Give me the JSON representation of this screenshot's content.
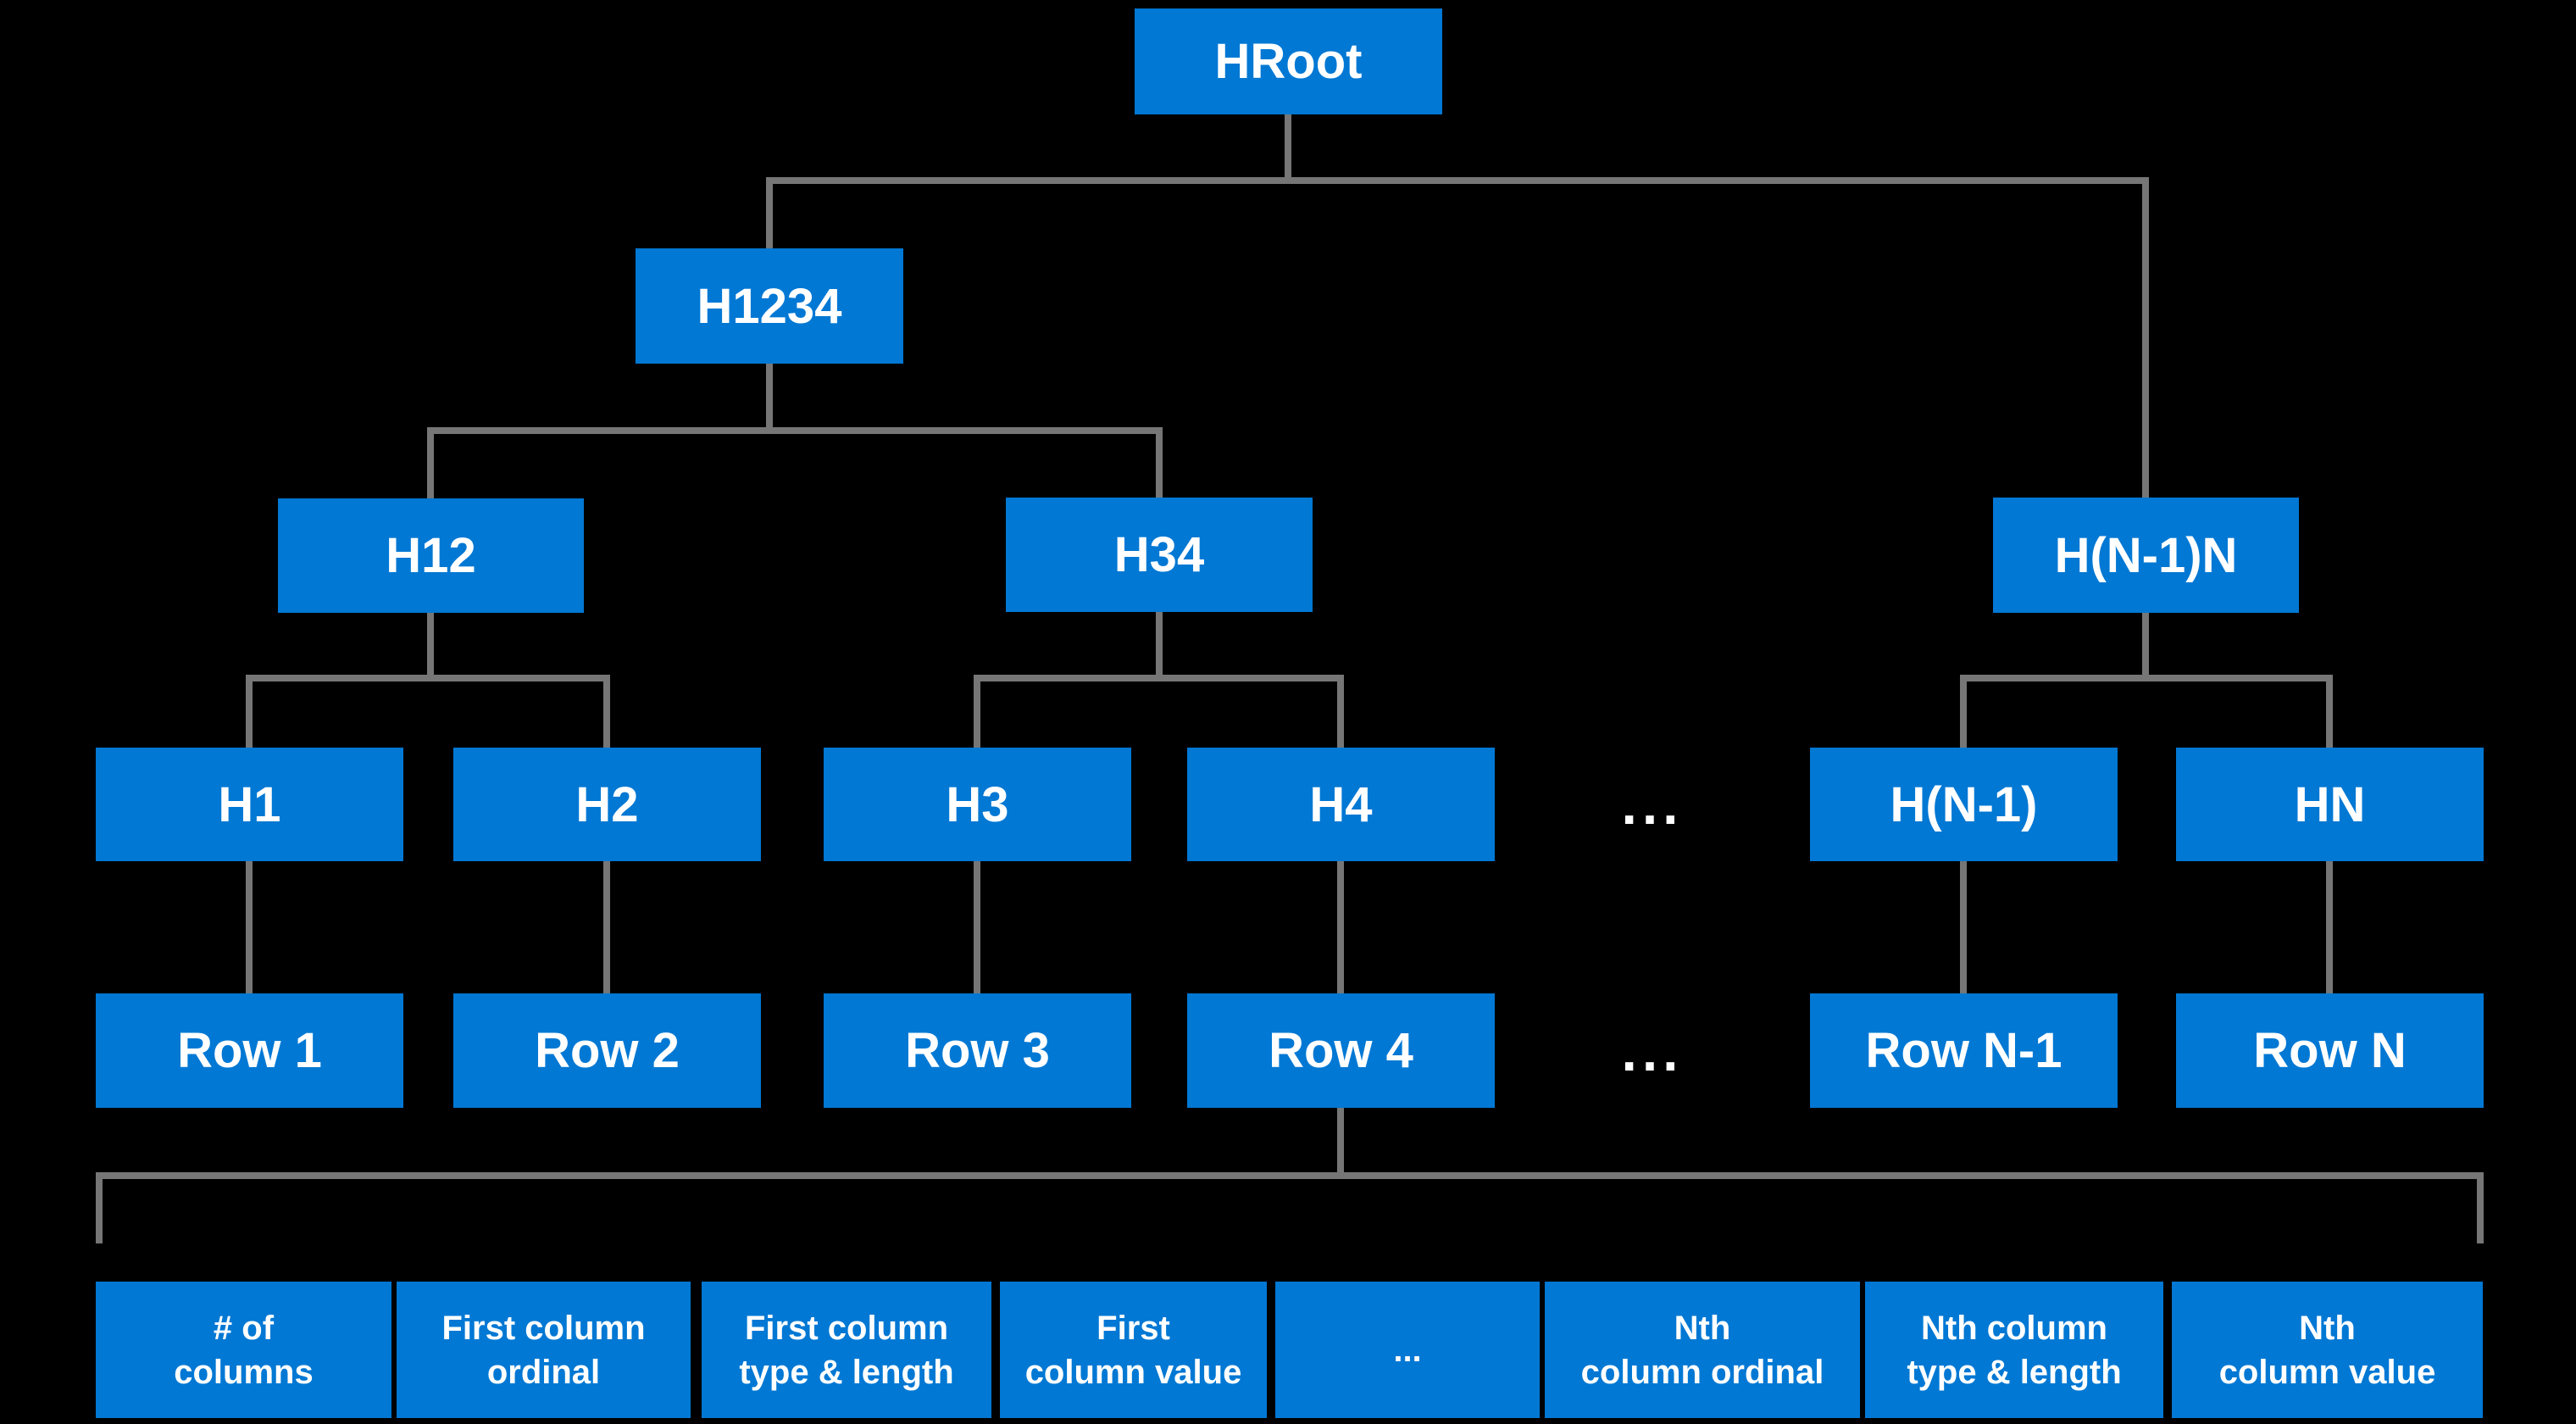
{
  "diagram": {
    "type": "tree",
    "background_color": "#000000",
    "node_fill_color": "#0078D4",
    "connector_color": "#767676",
    "text_color": "#FFFFFF"
  },
  "nodes": {
    "hroot": "HRoot",
    "h1234": "H1234",
    "h12": "H12",
    "h34": "H34",
    "hn1n": "H(N-1)N",
    "h1": "H1",
    "h2": "H2",
    "h3": "H3",
    "h4": "H4",
    "hash_row_ellipsis": "...",
    "hn_minus_1": "H(N-1)",
    "hn": "HN",
    "row1": "Row 1",
    "row2": "Row 2",
    "row3": "Row 3",
    "row4": "Row 4",
    "row_row_ellipsis": "...",
    "row_n_minus_1": "Row N-1",
    "row_n": "Row N"
  },
  "leaf_cells": [
    "# of\ncolumns",
    "First column\nordinal",
    "First column\ntype & length",
    "First\ncolumn value",
    "...",
    "Nth\ncolumn ordinal",
    "Nth column\ntype & length",
    "Nth\ncolumn value"
  ]
}
